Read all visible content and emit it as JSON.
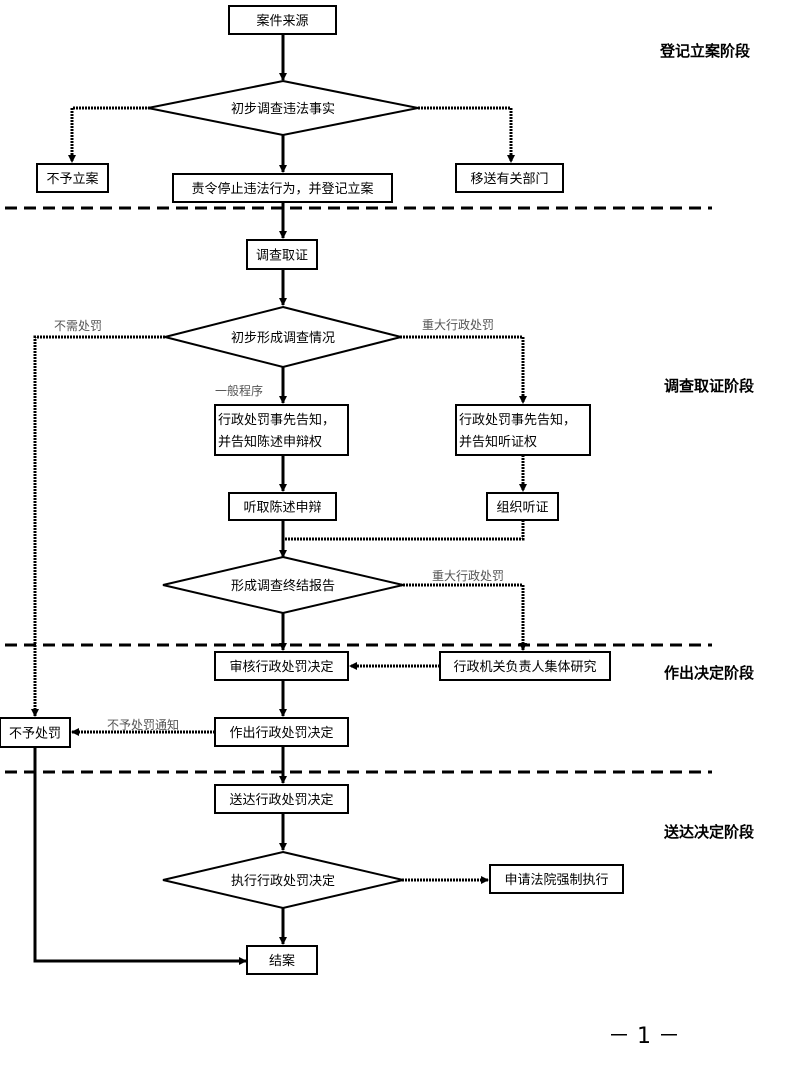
{
  "stages": [
    {
      "id": "register",
      "label": "登记立案阶段"
    },
    {
      "id": "investigate",
      "label": "调查取证阶段"
    },
    {
      "id": "decide",
      "label": "作出决定阶段"
    },
    {
      "id": "deliver",
      "label": "送达决定阶段"
    }
  ],
  "nodes": {
    "case_source": {
      "type": "process",
      "lines": [
        "案件来源"
      ]
    },
    "prelim_check": {
      "type": "decision",
      "lines": [
        "初步调查违法事实"
      ]
    },
    "no_filing": {
      "type": "process",
      "lines": [
        "不予立案"
      ]
    },
    "order_stop": {
      "type": "process",
      "lines": [
        "责令停止违法行为，并登记立案"
      ]
    },
    "transfer": {
      "type": "process",
      "lines": [
        "移送有关部门"
      ]
    },
    "investigate": {
      "type": "process",
      "lines": [
        "调查取证"
      ]
    },
    "prelim_findings": {
      "type": "decision",
      "lines": [
        "初步形成调查情况"
      ]
    },
    "notice_defense": {
      "type": "process",
      "lines": [
        "行政处罚事先告知，",
        "并告知陈述申辩权"
      ]
    },
    "notice_hearing": {
      "type": "process",
      "lines": [
        "行政处罚事先告知，",
        "并告知听证权"
      ]
    },
    "hear_defense": {
      "type": "process",
      "lines": [
        "听取陈述申辩"
      ]
    },
    "organize_hearing": {
      "type": "process",
      "lines": [
        "组织听证"
      ]
    },
    "final_report": {
      "type": "decision",
      "lines": [
        "形成调查终结报告"
      ]
    },
    "review_decision": {
      "type": "process",
      "lines": [
        "审核行政处罚决定"
      ]
    },
    "collective_study": {
      "type": "process",
      "lines": [
        "行政机关负责人集体研究"
      ]
    },
    "no_penalty": {
      "type": "process",
      "lines": [
        "不予处罚"
      ]
    },
    "make_decision": {
      "type": "process",
      "lines": [
        "作出行政处罚决定"
      ]
    },
    "deliver_decision": {
      "type": "process",
      "lines": [
        "送达行政处罚决定"
      ]
    },
    "execute_decision": {
      "type": "decision",
      "lines": [
        "执行行政处罚决定"
      ]
    },
    "court_enforce": {
      "type": "process",
      "lines": [
        "申请法院强制执行"
      ]
    },
    "close_case": {
      "type": "process",
      "lines": [
        "结案"
      ]
    }
  },
  "edge_labels": {
    "no_penalty_needed": "不需处罚",
    "major_penalty_1": "重大行政处罚",
    "general_procedure": "一般程序",
    "major_penalty_2": "重大行政处罚",
    "no_penalty_notice": "不予处罚通知"
  },
  "page_number": "－ 1 －"
}
